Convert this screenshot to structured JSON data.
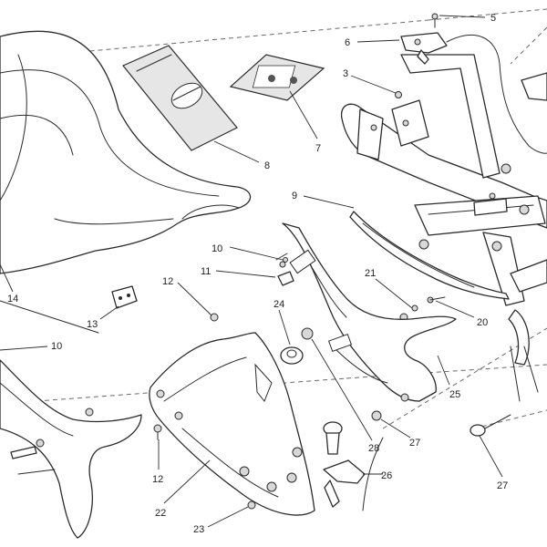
{
  "callouts": [
    {
      "id": "c1",
      "label": "5"
    },
    {
      "id": "c2",
      "label": "6"
    },
    {
      "id": "c3",
      "label": "3"
    },
    {
      "id": "c4",
      "label": "7"
    },
    {
      "id": "c5",
      "label": "8"
    },
    {
      "id": "c6",
      "label": "9"
    },
    {
      "id": "c7",
      "label": "10"
    },
    {
      "id": "c8",
      "label": "11"
    },
    {
      "id": "c9",
      "label": "12"
    },
    {
      "id": "c10",
      "label": "14"
    },
    {
      "id": "c11",
      "label": "13"
    },
    {
      "id": "c12",
      "label": "10"
    },
    {
      "id": "c13",
      "label": "24"
    },
    {
      "id": "c14",
      "label": "21"
    },
    {
      "id": "c15",
      "label": "20"
    },
    {
      "id": "c16",
      "label": "25"
    },
    {
      "id": "c17",
      "label": "27"
    },
    {
      "id": "c18",
      "label": "28"
    },
    {
      "id": "c19",
      "label": "26"
    },
    {
      "id": "c20",
      "label": "12"
    },
    {
      "id": "c21",
      "label": "22"
    },
    {
      "id": "c22",
      "label": "23"
    },
    {
      "id": "c23",
      "label": "27"
    }
  ],
  "colors": {
    "line": "#2b2b2b",
    "shade": "#e6e6e6",
    "background": "#ffffff"
  }
}
